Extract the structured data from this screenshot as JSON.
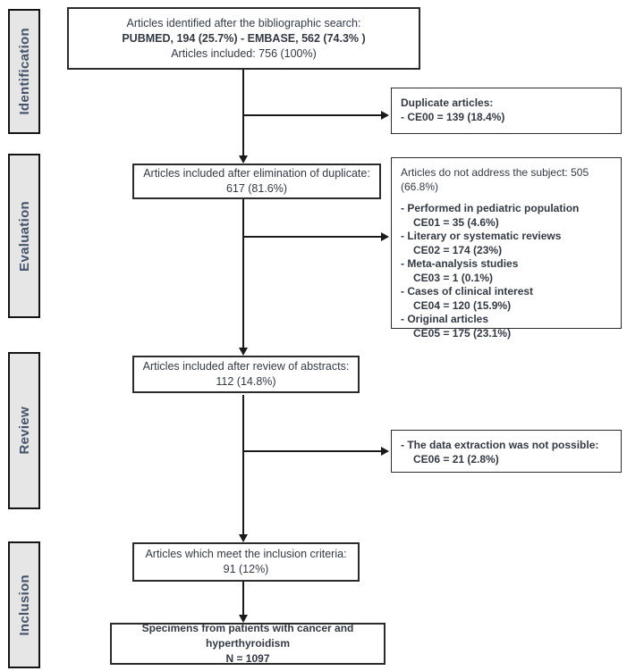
{
  "title": "Article selection flow diagram",
  "colors": {
    "sidebar_bg": "#e7e6e6",
    "sidebar_text": "#44546a",
    "box_border": "#2b2b2b",
    "line": "#1a1a1a",
    "text": "#333a45"
  },
  "sidebar": {
    "stages": [
      {
        "label": "Identification"
      },
      {
        "label": "Evaluation"
      },
      {
        "label": "Review"
      },
      {
        "label": "Inclusion"
      }
    ]
  },
  "flow": {
    "identified": {
      "line1": "Articles identified after the bibliographic search:",
      "line2": "PUBMED, 194 (25.7%) - EMBASE, 562 (74.3% )",
      "line3": "Articles included: 756 (100%)"
    },
    "duplicates": {
      "line1": "Duplicate articles:",
      "line2": "-  CE00 = 139 (18.4%)"
    },
    "after_elimination": {
      "line1": "Articles included after elimination of duplicate:",
      "line2": "617 (81.6%)"
    },
    "not_address": {
      "title": "Articles do not address the subject: 505 (66.8%)",
      "items": [
        {
          "label": "-  Performed in pediatric population",
          "value": "CE01 = 35 (4.6%)"
        },
        {
          "label": "-  Literary or systematic reviews",
          "value": "CE02 = 174 (23%)"
        },
        {
          "label": "-  Meta-analysis studies",
          "value": "CE03 = 1 (0.1%)"
        },
        {
          "label": "-  Cases of clinical interest",
          "value": "CE04 = 120 (15.9%)"
        },
        {
          "label": "-  Original articles",
          "value": "CE05 = 175 (23.1%)"
        }
      ]
    },
    "after_abstracts": {
      "line1": "Articles included after review of abstracts:",
      "line2": "112 (14.8%)"
    },
    "no_extraction": {
      "line1": "-  The data extraction was not possible:",
      "line2": "CE06 = 21 (2.8%)"
    },
    "inclusion_criteria": {
      "line1": "Articles which meet the inclusion criteria:",
      "line2": "91 (12%)"
    },
    "specimens": {
      "line1": "Specimens from patients with cancer and hyperthyroidism",
      "line2": "N = 1097"
    }
  }
}
